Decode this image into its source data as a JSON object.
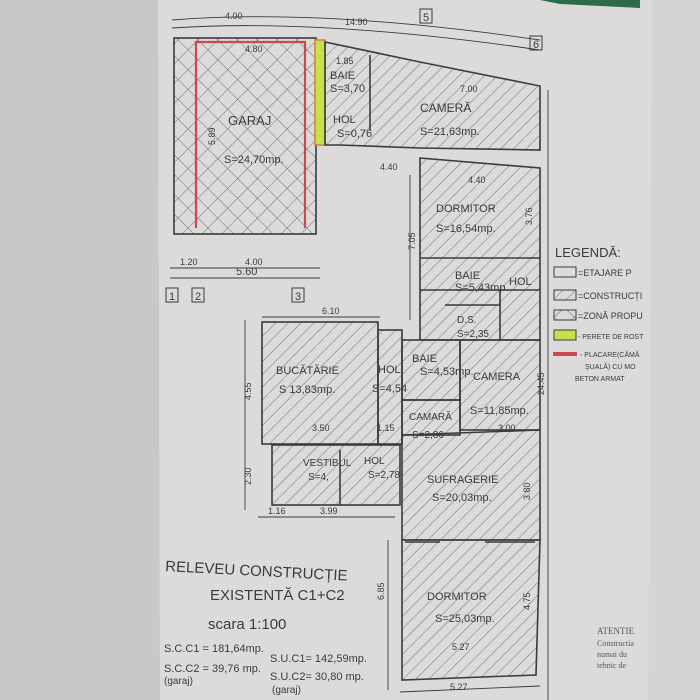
{
  "axes": [
    "1",
    "2",
    "3",
    "5",
    "6"
  ],
  "rooms": {
    "garaj": {
      "name": "GARAJ",
      "area": "S=24,70mp."
    },
    "baie_top": {
      "name": "BAIE",
      "area": "S=3,70"
    },
    "hol_top": {
      "name": "HOL",
      "area": "S=0,76"
    },
    "camera_top": {
      "name": "CAMERĂ",
      "area": "S=21,63mp."
    },
    "dormitor_top": {
      "name": "DORMITOR",
      "area": "S=16,54mp."
    },
    "baie_mid": {
      "name": "BAIE",
      "area": "S=5,43mp."
    },
    "hol_mid": {
      "name": "HOL"
    },
    "ds": {
      "name": "D.S.",
      "area": "S=2,35"
    },
    "bucatarie": {
      "name": "BUCĂTĂRIE",
      "area": "S 13,83mp."
    },
    "hol_low": {
      "name": "HOL",
      "area": "S=4,54"
    },
    "baie_low": {
      "name": "BAIE",
      "area": "S=4,53mp."
    },
    "camera_low": {
      "name": "CAMERA",
      "area": "S=11,85mp."
    },
    "camara": {
      "name": "CAMARĂ",
      "area": "S=2,86"
    },
    "vestibul": {
      "name": "VESTIBUL",
      "area": "S=4,"
    },
    "hol_vest": {
      "name": "HOL",
      "area": "S=2,78"
    },
    "sufragerie": {
      "name": "SUFRAGERIE",
      "area": "S=20,03mp."
    },
    "dormitor_low": {
      "name": "DORMITOR",
      "area": "S=25,03mp."
    }
  },
  "dimensions": {
    "d400top": "4.00",
    "d1490": "14.90",
    "d480": "4.80",
    "d185": "1.85",
    "d700": "7.00",
    "d120": "1.20",
    "d400bot": "4.00",
    "d560": "5.60",
    "d440a": "4.40",
    "d440b": "4.40",
    "d705": "7.05",
    "d376": "3.76",
    "d610": "6.10",
    "d455": "4.55",
    "d230": "2.30",
    "d116": "1.16",
    "d399": "3.99",
    "d350": "3.50",
    "d115": "1.15",
    "d300": "3.00",
    "d2445": "24.45",
    "d685": "6.85",
    "d527a": "5.27",
    "d527b": "5.27",
    "d475": "4.75",
    "d380": "3.80",
    "d589": "5.89"
  },
  "legend": {
    "title": "LEGENDĂ:",
    "items": [
      {
        "label": "=ETAJARE P",
        "swatch": "empty"
      },
      {
        "label": "=CONSTRUCȚI",
        "swatch": "hatch"
      },
      {
        "label": "=ZONĂ PROPU",
        "swatch": "crosshatch"
      },
      {
        "label": "- PERETE DE ROST",
        "swatch": "green",
        "color": "#c8e04a"
      },
      {
        "label": "- PLACARE(CĂMĂ",
        "swatch": "red",
        "color": "#c94a4a"
      }
    ],
    "extra1": "ȘUALĂ) CU MO",
    "extra2": "BETON ARMAT"
  },
  "title": {
    "line1": "RELEVEU CONSTRUCȚIE",
    "line2": "EXISTENTĂ C1+C2",
    "scale": "scara 1:100",
    "scc1": "S.C.C1 = 181,64mp.",
    "suc1": "S.U.C1= 142,59mp.",
    "scc2": "S.C.C2 = 39,76 mp.",
    "suc2": "S.U.C2= 30,80 mp.",
    "garaj1": "(garaj)",
    "garaj2": "(garaj)"
  },
  "notice": {
    "title": "ATENTIE",
    "l1": "Constructia",
    "l2": "numai du",
    "l3": "tehnic de"
  },
  "colors": {
    "paper": "#dddbd9",
    "ink": "#3a3a40",
    "green": "#c8e04a",
    "red": "#c94a4a"
  }
}
